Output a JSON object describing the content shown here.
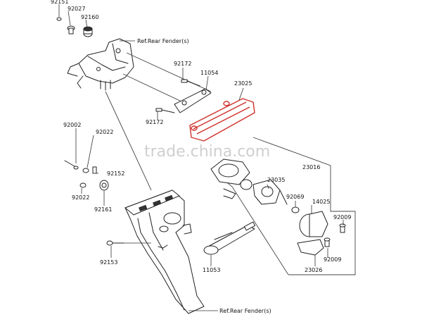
{
  "diagram": {
    "labels": {
      "p92151": "92151",
      "p92027": "92027",
      "p92160": "92160",
      "ref_top": "Ref.Rear Fender(s)",
      "p92172a": "92172",
      "p11054": "11054",
      "p23025": "23025",
      "p92172b": "92172",
      "p92002": "92002",
      "p92022a": "92022",
      "p92152": "92152",
      "p92022b": "92022",
      "p92161": "92161",
      "p23016": "23016",
      "p23035": "23035",
      "p92069": "92069",
      "p14025": "14025",
      "p92009a": "92009",
      "p92009b": "92009",
      "p23026": "23026",
      "p11053": "11053",
      "p92153": "92153",
      "ref_bottom": "Ref.Rear Fender(s)"
    },
    "watermark": "trade.china.com",
    "highlight_color": "#d0302a"
  }
}
